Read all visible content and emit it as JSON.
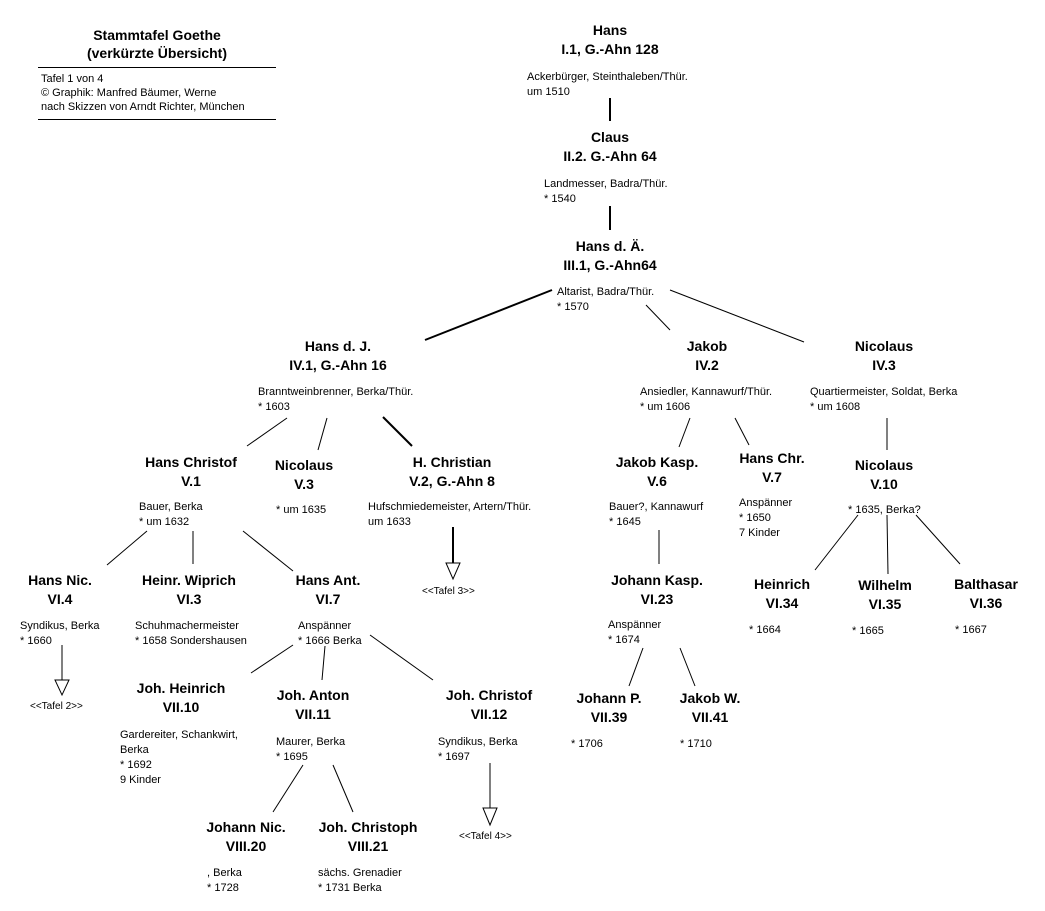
{
  "header": {
    "title_line1": "Stammtafel Goethe",
    "title_line2": "(verkürzte Übersicht)",
    "meta_line1": "Tafel 1 von 4",
    "meta_line2": "© Graphik: Manfred Bäumer, Werne",
    "meta_line3": "nach Skizzen von Arndt Richter, München"
  },
  "nodes": {
    "hans_i1": {
      "name": "Hans",
      "id": "I.1, G.-Ahn 128",
      "details": [
        "Ackerbürger, Steinthaleben/Thür.",
        "um 1510"
      ]
    },
    "claus_ii2": {
      "name": "Claus",
      "id": "II.2. G.-Ahn 64",
      "details": [
        "Landmesser, Badra/Thür.",
        "* 1540"
      ]
    },
    "hans_da_iii1": {
      "name": "Hans d. Ä.",
      "id": "III.1, G.-Ahn64",
      "details": [
        "Altarist, Badra/Thür.",
        "* 1570"
      ]
    },
    "hans_dj_iv1": {
      "name": "Hans d. J.",
      "id": "IV.1, G.-Ahn 16",
      "details": [
        "Branntweinbrenner, Berka/Thür.",
        "* 1603"
      ]
    },
    "jakob_iv2": {
      "name": "Jakob",
      "id": "IV.2",
      "details": [
        "Ansiedler, Kannawurf/Thür.",
        "* um 1606"
      ]
    },
    "nicolaus_iv3": {
      "name": "Nicolaus",
      "id": "IV.3",
      "details": [
        "Quartiermeister, Soldat, Berka",
        "* um 1608"
      ]
    },
    "hans_christof_v1": {
      "name": "Hans Christof",
      "id": "V.1",
      "details": [
        "Bauer, Berka",
        "* um 1632"
      ]
    },
    "nicolaus_v3": {
      "name": "Nicolaus",
      "id": "V.3",
      "details": [
        "* um 1635"
      ]
    },
    "h_christian_v2": {
      "name": "H. Christian",
      "id": "V.2, G.-Ahn 8",
      "details": [
        "Hufschmiedemeister, Artern/Thür.",
        "um 1633"
      ]
    },
    "jakob_kasp_v6": {
      "name": "Jakob Kasp.",
      "id": "V.6",
      "details": [
        "Bauer?, Kannawurf",
        "* 1645"
      ]
    },
    "hans_chr_v7": {
      "name": "Hans Chr.",
      "id": "V.7",
      "details": [
        "Anspänner",
        "* 1650",
        "7 Kinder"
      ]
    },
    "nicolaus_v10": {
      "name": "Nicolaus",
      "id": "V.10",
      "details": [
        "* 1635, Berka?"
      ]
    },
    "hans_nic_vi4": {
      "name": "Hans Nic.",
      "id": "VI.4",
      "details": [
        "Syndikus, Berka",
        "* 1660"
      ]
    },
    "heinr_wiprich_vi3": {
      "name": "Heinr. Wiprich",
      "id": "VI.3",
      "details": [
        "Schuhmachermeister",
        "* 1658 Sondershausen"
      ]
    },
    "hans_ant_vi7": {
      "name": "Hans Ant.",
      "id": "VI.7",
      "details": [
        "Anspänner",
        "* 1666 Berka"
      ]
    },
    "johann_kasp_vi23": {
      "name": "Johann Kasp.",
      "id": "VI.23",
      "details": [
        "Anspänner",
        "* 1674"
      ]
    },
    "heinrich_vi34": {
      "name": "Heinrich",
      "id": "VI.34",
      "details": [
        "* 1664"
      ]
    },
    "wilhelm_vi35": {
      "name": "Wilhelm",
      "id": "VI.35",
      "details": [
        "* 1665"
      ]
    },
    "balthasar_vi36": {
      "name": "Balthasar",
      "id": "VI.36",
      "details": [
        "* 1667"
      ]
    },
    "joh_heinrich_vii10": {
      "name": "Joh. Heinrich",
      "id": "VII.10",
      "details": [
        "Gardereiter, Schankwirt,",
        "Berka",
        "* 1692",
        "9 Kinder"
      ]
    },
    "joh_anton_vii11": {
      "name": "Joh. Anton",
      "id": "VII.11",
      "details": [
        "Maurer, Berka",
        "* 1695"
      ]
    },
    "joh_christof_vii12": {
      "name": "Joh. Christof",
      "id": "VII.12",
      "details": [
        "Syndikus, Berka",
        "* 1697"
      ]
    },
    "johann_p_vii39": {
      "name": "Johann P.",
      "id": "VII.39",
      "details": [
        "* 1706"
      ]
    },
    "jakob_w_vii41": {
      "name": "Jakob W.",
      "id": "VII.41",
      "details": [
        "* 1710"
      ]
    },
    "johann_nic_viii20": {
      "name": "Johann Nic.",
      "id": "VIII.20",
      "details": [
        ", Berka",
        "* 1728"
      ]
    },
    "joh_christoph_viii21": {
      "name": "Joh. Christoph",
      "id": "VIII.21",
      "details": [
        "sächs. Grenadier",
        "* 1731 Berka"
      ]
    }
  },
  "references": {
    "tafel2": "<<Tafel 2>>",
    "tafel3": "<<Tafel 3>>",
    "tafel4": "<<Tafel 4>>"
  },
  "colors": {
    "line": "#000000",
    "background": "#ffffff"
  }
}
